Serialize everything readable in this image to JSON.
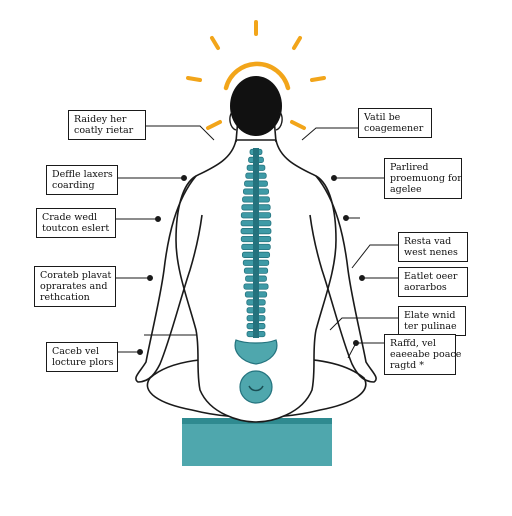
{
  "colors": {
    "sun": "#f2a51a",
    "spine": "#3e9aa6",
    "spine_dark": "#24737e",
    "cushion": "#4fa7ad",
    "outline": "#1a1a1a",
    "hair": "#111111"
  },
  "icons": [
    "sun-rays-icon",
    "spine-icon",
    "sacral-energy-icon",
    "meditation-cushion-icon"
  ],
  "labels": {
    "left": [
      {
        "line1": "Raidey her",
        "line2": "coatly rietar"
      },
      {
        "line1": "Deffle laxers",
        "line2": "coarding"
      },
      {
        "line1": "Crade wedl",
        "line2": "toutcon eslert"
      },
      {
        "line1": "Corateb plavat",
        "line2": "oprarates and",
        "line3": "rethcation"
      },
      {
        "line1": "Caceb vel",
        "line2": "locture plors"
      }
    ],
    "right": [
      {
        "line1": "Vatil be",
        "line2": "coagemener"
      },
      {
        "line1": "Parlired",
        "line2": "proemuong for",
        "line3": "agelee"
      },
      {
        "line1": "Resta vad",
        "line2": "west nenes"
      },
      {
        "line1": "Eatlet oeer",
        "line2": "aorarbos"
      },
      {
        "line1": "Elate wnid",
        "line2": "ter pulinae"
      },
      {
        "line1": "Raffd, vel",
        "line2": "eaeeabe poace",
        "line3": "ragtd   *"
      }
    ]
  }
}
